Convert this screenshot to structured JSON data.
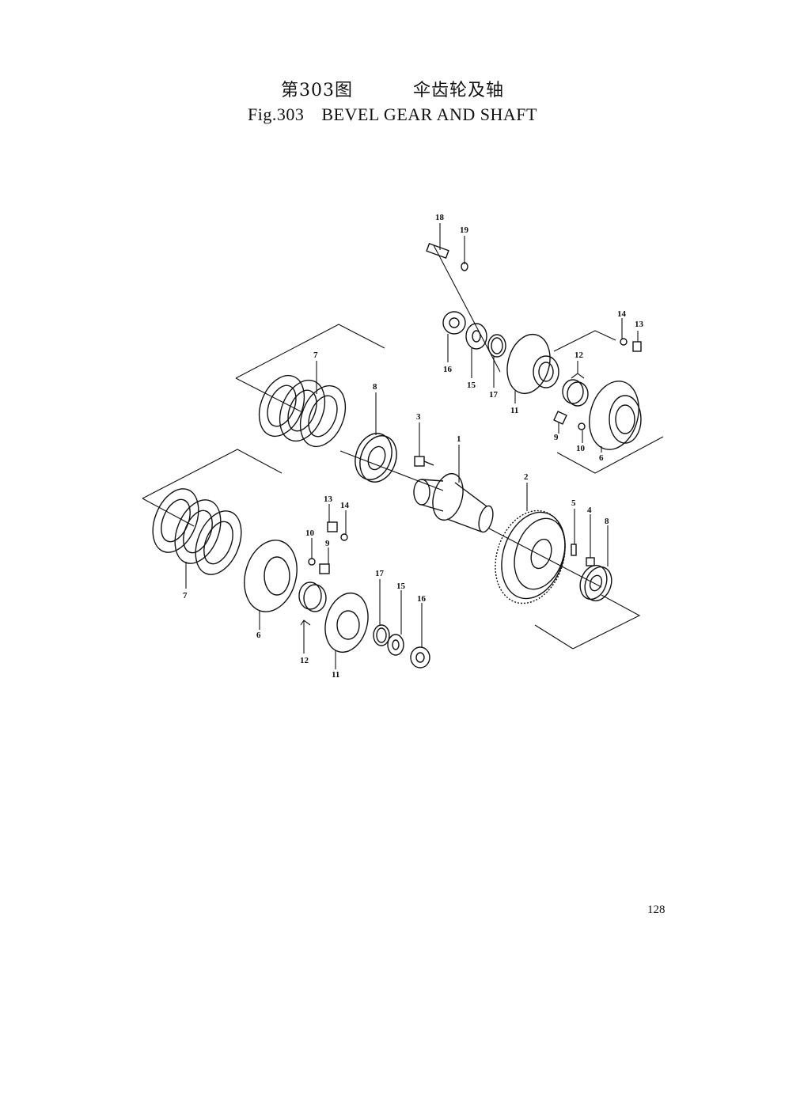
{
  "header": {
    "title_cn_fig": "第303图",
    "title_cn_name": "伞齿轮及轴",
    "title_en_fig": "Fig.303",
    "title_en_name": "BEVEL GEAR AND SHAFT"
  },
  "callouts": {
    "c18": "18",
    "c19": "19",
    "c16a": "16",
    "c15a": "15",
    "c17a": "17",
    "c11a": "11",
    "c14a": "14",
    "c13a": "13",
    "c12a": "12",
    "c9a": "9",
    "c10a": "10",
    "c6a": "6",
    "c7a": "7",
    "c8a": "8",
    "c3": "3",
    "c1": "1",
    "c2": "2",
    "c5": "5",
    "c4": "4",
    "c8b": "8",
    "c13b": "13",
    "c14b": "14",
    "c10b": "10",
    "c9b": "9",
    "c17b": "17",
    "c15b": "15",
    "c16b": "16",
    "c7b": "7",
    "c6b": "6",
    "c12b": "12",
    "c11b": "11"
  },
  "footer": {
    "page_number": "128"
  }
}
